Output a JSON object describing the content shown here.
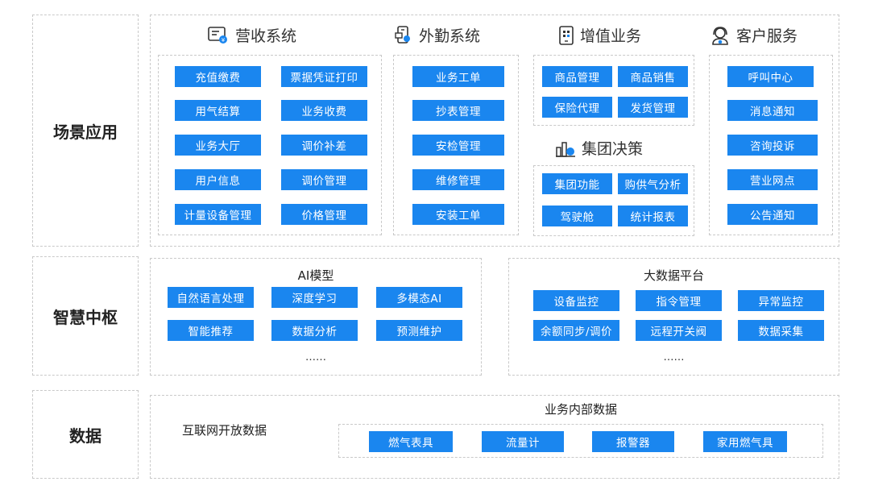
{
  "rows": {
    "scene": "场景应用",
    "hub": "智慧中枢",
    "data": "数据"
  },
  "revenue": {
    "title": "营收系统",
    "icon": "receipt-icon",
    "items": [
      "充值缴费",
      "票据凭证打印",
      "用气结算",
      "业务收费",
      "业务大厅",
      "调价补差",
      "用户信息",
      "调价管理",
      "计量设备管理",
      "价格管理"
    ]
  },
  "field": {
    "title": "外勤系统",
    "icon": "field-device-icon",
    "items": [
      "业务工单",
      "抄表管理",
      "安检管理",
      "维修管理",
      "安装工单"
    ]
  },
  "value_added": {
    "title": "增值业务",
    "icon": "phone-qr-icon",
    "items": [
      "商品管理",
      "商品销售",
      "保险代理",
      "发货管理"
    ]
  },
  "group": {
    "title": "集团决策",
    "icon": "bar-chart-icon",
    "items": [
      "集团功能",
      "购供气分析",
      "驾驶舱",
      "统计报表"
    ]
  },
  "customer": {
    "title": "客户服务",
    "icon": "headset-icon",
    "items": [
      "呼叫中心",
      "消息通知",
      "咨询投诉",
      "营业网点",
      "公告通知"
    ]
  },
  "ai": {
    "title": "AI模型",
    "items": [
      "自然语言处理",
      "深度学习",
      "多模态AI",
      "智能推荐",
      "数据分析",
      "预测维护"
    ],
    "more": "……"
  },
  "bigdata": {
    "title": "大数据平台",
    "items": [
      "设备监控",
      "指令管理",
      "异常监控",
      "余额同步/调价",
      "远程开关阀",
      "数据采集"
    ],
    "more": "……"
  },
  "datarow": {
    "internet": "互联网开放数据",
    "internal_title": "业务内部数据",
    "items": [
      "燃气表具",
      "流量计",
      "报警器",
      "家用燃气具"
    ]
  },
  "colors": {
    "button": "#1a86ef",
    "border": "#c9c9c9"
  }
}
